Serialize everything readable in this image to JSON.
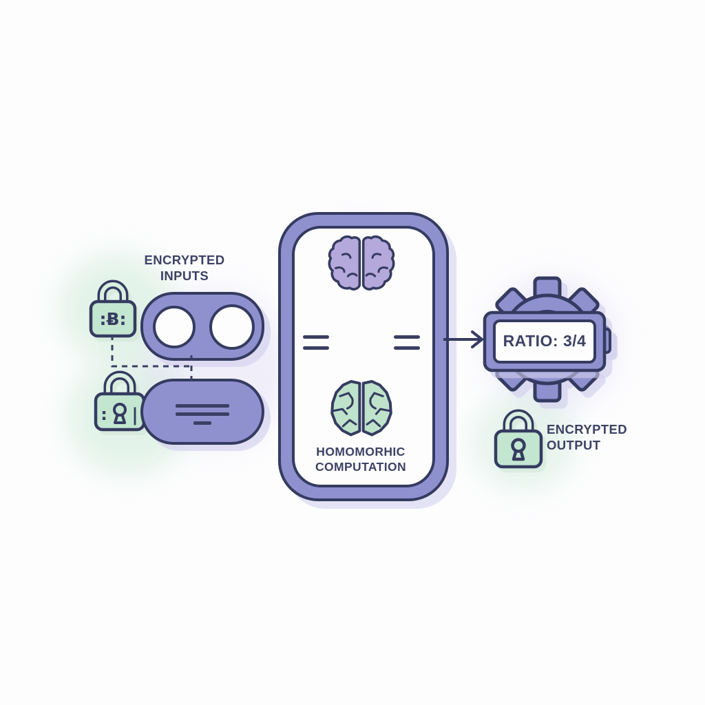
{
  "diagram": {
    "background": "#fdfdfe",
    "palette": {
      "purple": "#8f91cf",
      "purple_brain": "#b5a9db",
      "green": "#c3e6d0",
      "green_light": "#d9efe1",
      "outline": "#353b60",
      "text": "#3d4265",
      "shadow_lavender": "#d0cdec",
      "white": "#fdfdfe"
    },
    "icons": {
      "input_lock_1": "padlock-icon",
      "input_lock_2": "padlock-icon",
      "output_lock": "padlock-icon",
      "operand_top": "pill-two-circles-icon",
      "operand_bottom": "pill-lines-icon",
      "brain_top": "brain-icon",
      "brain_bottom": "brain-icon",
      "gear": "gear-icon",
      "arrow": "arrow-right-icon",
      "equals": "equals-icon",
      "keyhole": "keyhole-icon"
    },
    "inputs": {
      "label": "ENCRYPTED INPUTS",
      "lock1_glyph": ":Ƀ:",
      "lock2_glyph_left": ":",
      "lock2_glyph_right": "|"
    },
    "computation": {
      "label": "HOMOMORHIC COMPUTATION"
    },
    "result": {
      "ratio_label": "RATIO: 3/4"
    },
    "output": {
      "label": "ENCRYPTED OUTPUT"
    }
  }
}
